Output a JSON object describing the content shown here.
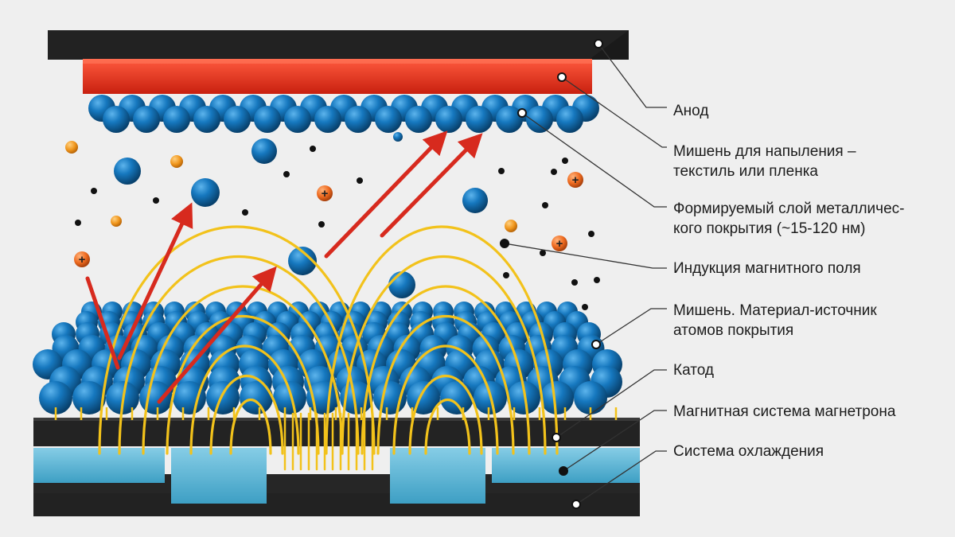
{
  "labels": {
    "anode": "Анод",
    "sputter_target": "Мишень для напыления –\nтекстиль или пленка",
    "coating_layer": "Формируемый слой металличес-\nкого покрытия (~15-120 нм)",
    "magnetic_induction": "Индукция магнитного поля",
    "source_target": "Мишень. Материал-источник\nатомов покрытия",
    "cathode": "Катод",
    "magnet_system": "Магнитная система магнетрона",
    "cooling_system": "Система охлаждения"
  },
  "ion_symbol": "+",
  "colors": {
    "background": "#efefef",
    "plate_dark": "#222222",
    "anode_red": "#e8341f",
    "atom_blue": "#1678bf",
    "field_yellow": "#f2c21b",
    "arrow_red": "#d72a1e",
    "cooling_blue": "#5bb6d6",
    "ion_orange": "#ee6a1f",
    "electron_black": "#111111",
    "leader_line": "#333333"
  }
}
